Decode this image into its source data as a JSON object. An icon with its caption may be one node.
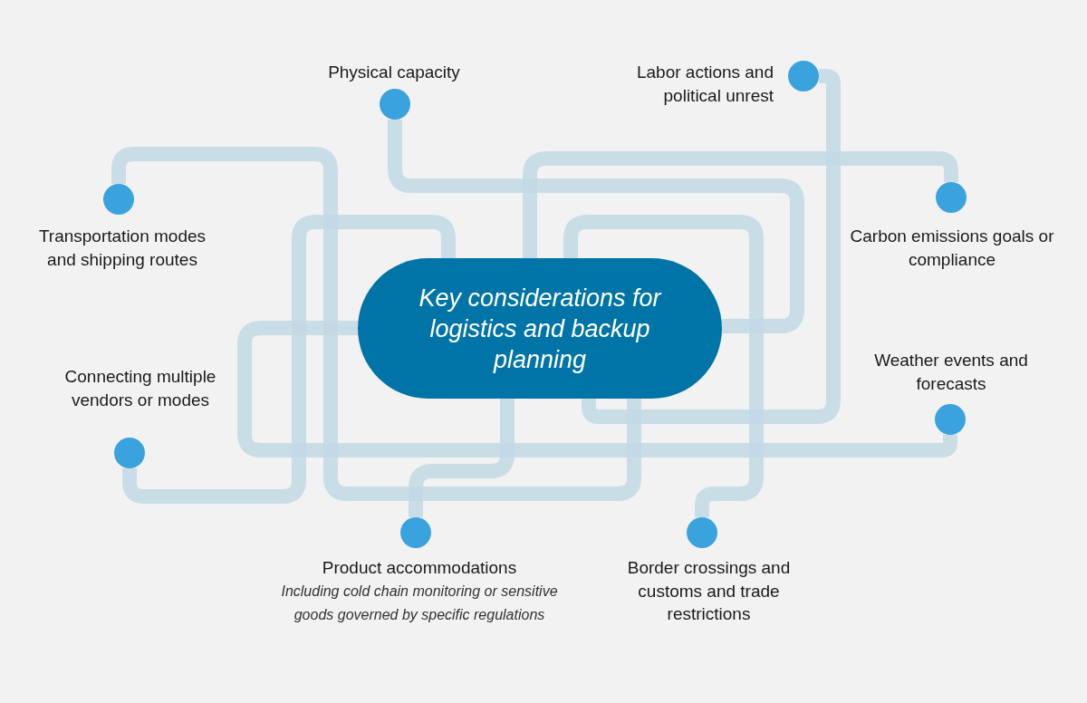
{
  "diagram": {
    "nodes": [
      {
        "text": [
          "Key considerations for logistics and backup planning"
        ]
      },
      {
        "text": [],
        "shape": "circle",
        "beside": [
          "Physical capacity"
        ]
      },
      {
        "text": [],
        "shape": "circle",
        "beside": [
          "Labor actions and political unrest"
        ]
      },
      {
        "text": [],
        "shape": "circle",
        "beside": [
          "Transportation modes and shipping routes"
        ]
      },
      {
        "text": [],
        "shape": "circle",
        "beside": [
          "Carbon emissions goals or compliance"
        ]
      },
      {
        "text": [],
        "shape": "circle",
        "beside": [
          "Connecting multiple vendors or modes"
        ]
      },
      {
        "text": [],
        "shape": "circle",
        "beside": [
          "Weather events and forecasts"
        ]
      },
      {
        "text": [],
        "shape": "circle",
        "beside": [
          "Product accommodations",
          "Including cold chain monitoring or sensitive goods governed by specific regulations"
        ]
      },
      {
        "text": [],
        "shape": "circle",
        "beside": [
          "Border crossings and customs and trade restrictions"
        ]
      }
    ],
    "edges": [
      {
        "from": 0,
        "to": 1,
        "arrow": "none"
      },
      {
        "from": 0,
        "to": 2,
        "arrow": "none"
      },
      {
        "from": 0,
        "to": 3,
        "arrow": "none"
      },
      {
        "from": 0,
        "to": 4,
        "arrow": "none"
      },
      {
        "from": 0,
        "to": 5,
        "arrow": "none"
      },
      {
        "from": 0,
        "to": 6,
        "arrow": "none"
      },
      {
        "from": 0,
        "to": 7,
        "arrow": "none"
      },
      {
        "from": 0,
        "to": 8,
        "arrow": "none"
      }
    ]
  }
}
